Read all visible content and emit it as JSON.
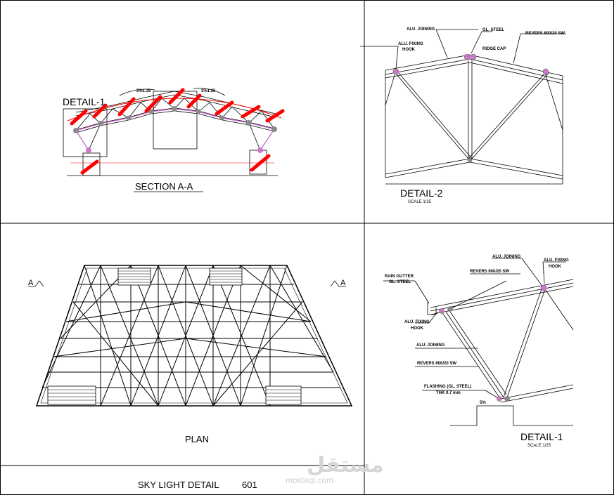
{
  "sheet": {
    "title": "SKY LIGHT DETAIL",
    "number": "601"
  },
  "section": {
    "title": "SECTION A-A",
    "detail_tag": "DETAIL-1",
    "dim_left": "5%1.35",
    "dim_right": "3%1.35"
  },
  "detail2": {
    "title": "DETAIL-2",
    "scale": "SCALE 1/25",
    "notes": {
      "alu_joining": "ALU. JOINING",
      "gl_steel": "GL. STEEL",
      "revers": "REVERS 600/20 SW",
      "alu_fixing_hook": [
        "ALU. FIXING",
        "HOOK"
      ],
      "ridge_cap": "RIDGE CAP"
    }
  },
  "plan": {
    "title": "PLAN",
    "marker_left": "A",
    "marker_right": "A"
  },
  "detail1": {
    "title": "DETAIL-1",
    "scale": "SCALE 1/25",
    "notes": {
      "alu_joining_top": "ALU. JOINING",
      "alu_fixing_hook_top": [
        "ALU. FIXING",
        "HOOK"
      ],
      "revers": "REVERS 600/20 SW",
      "rain_gutter": [
        "RAIN GUTTER",
        "GL. STEEL"
      ],
      "alu_fixing_hook": [
        "ALU. FIXING",
        "HOOK"
      ],
      "alu_joining": "ALU. JOINING",
      "revers_2": "REVERS 600/20 SW",
      "flashing": [
        "FLASHING (GL. STEEL)",
        "THK 0.7 mm"
      ],
      "slope": "5%"
    }
  },
  "watermark": {
    "arabic": "مستقل",
    "latin": "mostaql.com"
  },
  "colors": {
    "line": "#000000",
    "redline": "#ff0000",
    "node": "#8a8a8a",
    "node_pink": "#cc77cc",
    "watermark": "#d6d6d6"
  }
}
